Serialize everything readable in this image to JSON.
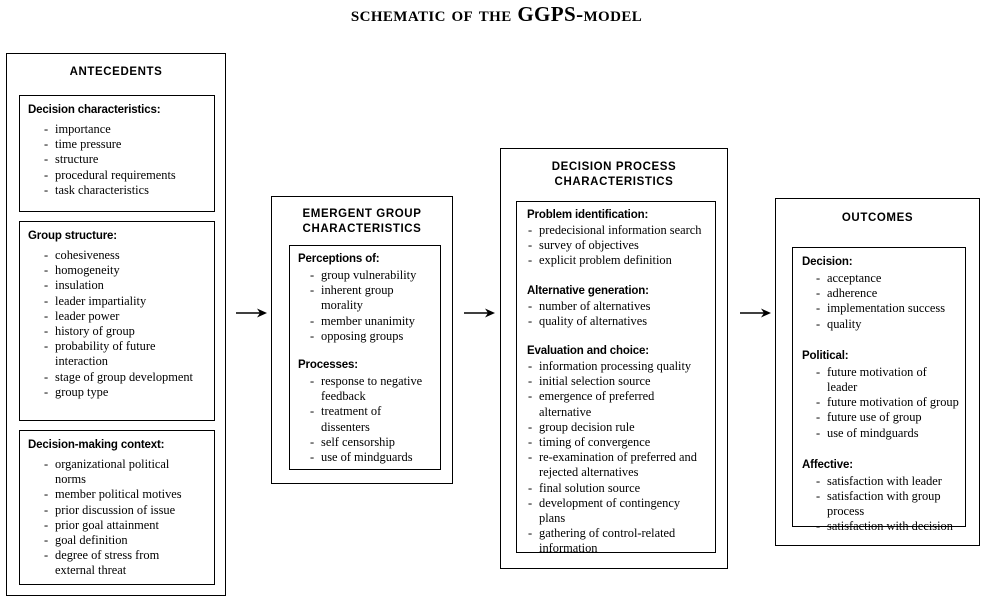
{
  "title": {
    "prefix": "Schematic of the ",
    "keyword": "GGPS",
    "suffix": "-model"
  },
  "columns": [
    {
      "id": "antecedents",
      "title": "ANTECEDENTS",
      "groups": [
        {
          "head": "Decision characteristics:",
          "items": [
            "importance",
            "time pressure",
            "structure",
            "procedural requirements",
            "task characteristics"
          ]
        },
        {
          "head": "Group structure:",
          "items": [
            "cohesiveness",
            "homogeneity",
            "insulation",
            "leader impartiality",
            "leader power",
            "history of group",
            "probability of future\ninteraction",
            "stage of group development",
            "group type"
          ]
        },
        {
          "head": "Decision-making context:",
          "items": [
            "organizational political\nnorms",
            "member political motives",
            "prior discussion of issue",
            "prior goal attainment",
            "goal definition",
            "degree of stress from\nexternal threat"
          ]
        }
      ]
    },
    {
      "id": "emergent",
      "title": "EMERGENT GROUP\nCHARACTERISTICS",
      "title_line1": "EMERGENT GROUP",
      "title_line2": "CHARACTERISTICS",
      "groups": [
        {
          "head": "Perceptions of:",
          "items": [
            "group vulnerability",
            "inherent group\nmorality",
            "member unanimity",
            "opposing groups"
          ]
        },
        {
          "head": "Processes:",
          "items": [
            "response to negative\nfeedback",
            "treatment of\ndissenters",
            "self censorship",
            "use of mindguards"
          ]
        }
      ]
    },
    {
      "id": "decision-process",
      "title": "DECISION PROCESS\nCHARACTERISTICS",
      "title_line1": "DECISION PROCESS",
      "title_line2": "CHARACTERISTICS",
      "groups": [
        {
          "head": "Problem identification:",
          "items": [
            "predecisional information search",
            "survey of objectives",
            "explicit problem definition"
          ]
        },
        {
          "head": "Alternative generation:",
          "items": [
            "number of alternatives",
            "quality of alternatives"
          ]
        },
        {
          "head": "Evaluation and choice:",
          "items": [
            "information processing quality",
            "initial selection source",
            "emergence of preferred\nalternative",
            "group decision rule",
            "timing of convergence",
            "re-examination of preferred and\nrejected alternatives",
            "final solution source",
            "development of contingency\nplans",
            "gathering of control-related\ninformation"
          ]
        }
      ]
    },
    {
      "id": "outcomes",
      "title": "OUTCOMES",
      "groups": [
        {
          "head": "Decision:",
          "items": [
            "acceptance",
            "adherence",
            "implementation success",
            "quality"
          ]
        },
        {
          "head": "Political:",
          "items": [
            "future motivation of\nleader",
            "future motivation of group",
            "future use of group",
            "use of mindguards"
          ]
        },
        {
          "head": "Affective:",
          "items": [
            "satisfaction with leader",
            "satisfaction with group\nprocess",
            "satisfaction with decision"
          ]
        }
      ]
    }
  ],
  "arrows": [
    {
      "name": "arrow-antecedents-to-emergent",
      "glyph": "right-arrow"
    },
    {
      "name": "arrow-emergent-to-decision-process",
      "glyph": "right-arrow"
    },
    {
      "name": "arrow-decision-process-to-outcomes",
      "glyph": "right-arrow"
    }
  ],
  "colors": {
    "stroke": "#000000",
    "background": "#ffffff",
    "text": "#000000"
  }
}
